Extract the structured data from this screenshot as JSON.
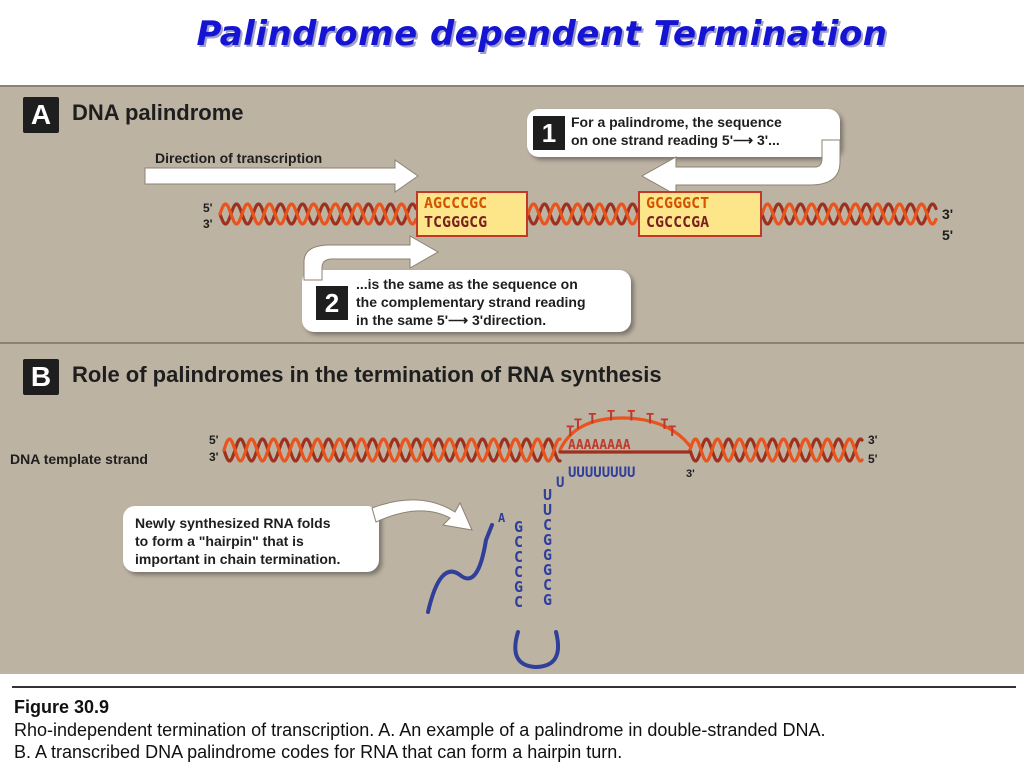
{
  "title": "Palindrome dependent Termination",
  "panel_a": {
    "letter": "A",
    "heading": "DNA palindrome",
    "direction_label": "Direction of transcription",
    "end_top_left": "5'",
    "end_bottom_left": "3'",
    "end_top_right": "3'",
    "end_bottom_right": "5'",
    "box1": {
      "top": "AGCCCGC",
      "bottom": "TCGGGCG"
    },
    "box2": {
      "top": "GCGGGCT",
      "bottom": "CGCCCGA"
    },
    "callout1": {
      "number": "1",
      "line1": "For a palindrome, the sequence",
      "line2": "on one strand reading 5'⟶ 3'..."
    },
    "callout2": {
      "number": "2",
      "line1": "...is the same as the sequence on",
      "line2": "the complementary strand reading",
      "line3": "in the same 5'⟶ 3'direction."
    }
  },
  "panel_b": {
    "letter": "B",
    "heading": "Role of palindromes in the termination of RNA synthesis",
    "template_label": "DNA template strand",
    "end_top_left": "5'",
    "end_bottom_left": "3'",
    "end_top_right": "3'",
    "end_bottom_right": "5'",
    "t_run": "TTTTTTTT",
    "a_run": "AAAAAAAA",
    "u_run": "UUUUUUUU",
    "rna_3prime": "3'",
    "hairpin_left": [
      "A",
      "G",
      "C",
      "C",
      "C",
      "G",
      "C"
    ],
    "hairpin_right": [
      "U",
      "U",
      "C",
      "G",
      "G",
      "G",
      "C",
      "G"
    ],
    "hairpin_top_u": "U",
    "callout": {
      "line1": "Newly synthesized RNA folds",
      "line2": "to form a \"hairpin\" that is",
      "line3": "important in chain termination."
    }
  },
  "figure": {
    "label": "Figure 30.9",
    "line1": "Rho-independent termination of transcription. A. An example of a palindrome in double-stranded DNA.",
    "line2": "B. A transcribed DNA palindrome codes for RNA that can form a hairpin turn."
  },
  "colors": {
    "dna_strand_1": "#e8541e",
    "dna_strand_2": "#a0301e",
    "rna": "#2f3f9a",
    "panel_bg": "#bdb3a3",
    "title": "#1414d2"
  }
}
